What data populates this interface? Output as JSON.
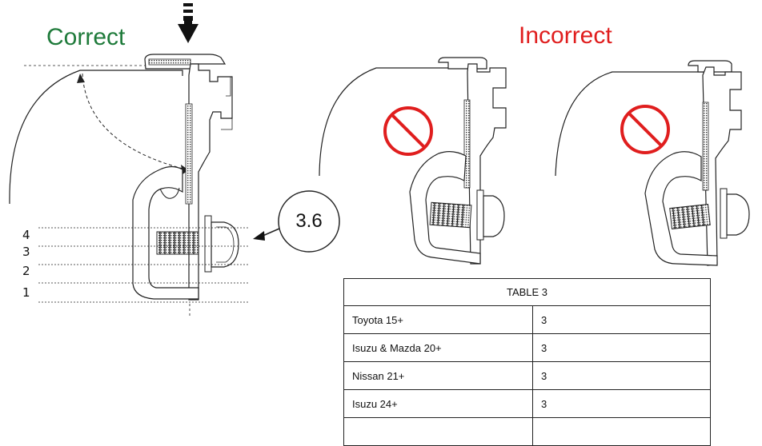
{
  "headings": {
    "correct": "Correct",
    "incorrect": "Incorrect"
  },
  "colors": {
    "correct": "#1e7a3a",
    "incorrect": "#e01e1e",
    "line": "#222222"
  },
  "levels": [
    "1",
    "2",
    "3",
    "4"
  ],
  "callout": "3.6",
  "table": {
    "title": "TABLE 3",
    "rows": [
      {
        "model": "Toyota 15+",
        "value": "3"
      },
      {
        "model": "Isuzu & Mazda 20+",
        "value": "3"
      },
      {
        "model": "Nissan 21+",
        "value": "3"
      },
      {
        "model": "Isuzu 24+",
        "value": "3"
      },
      {
        "model": "",
        "value": ""
      }
    ]
  },
  "icons": [
    "down-arrow-icon",
    "no-entry-icon"
  ]
}
